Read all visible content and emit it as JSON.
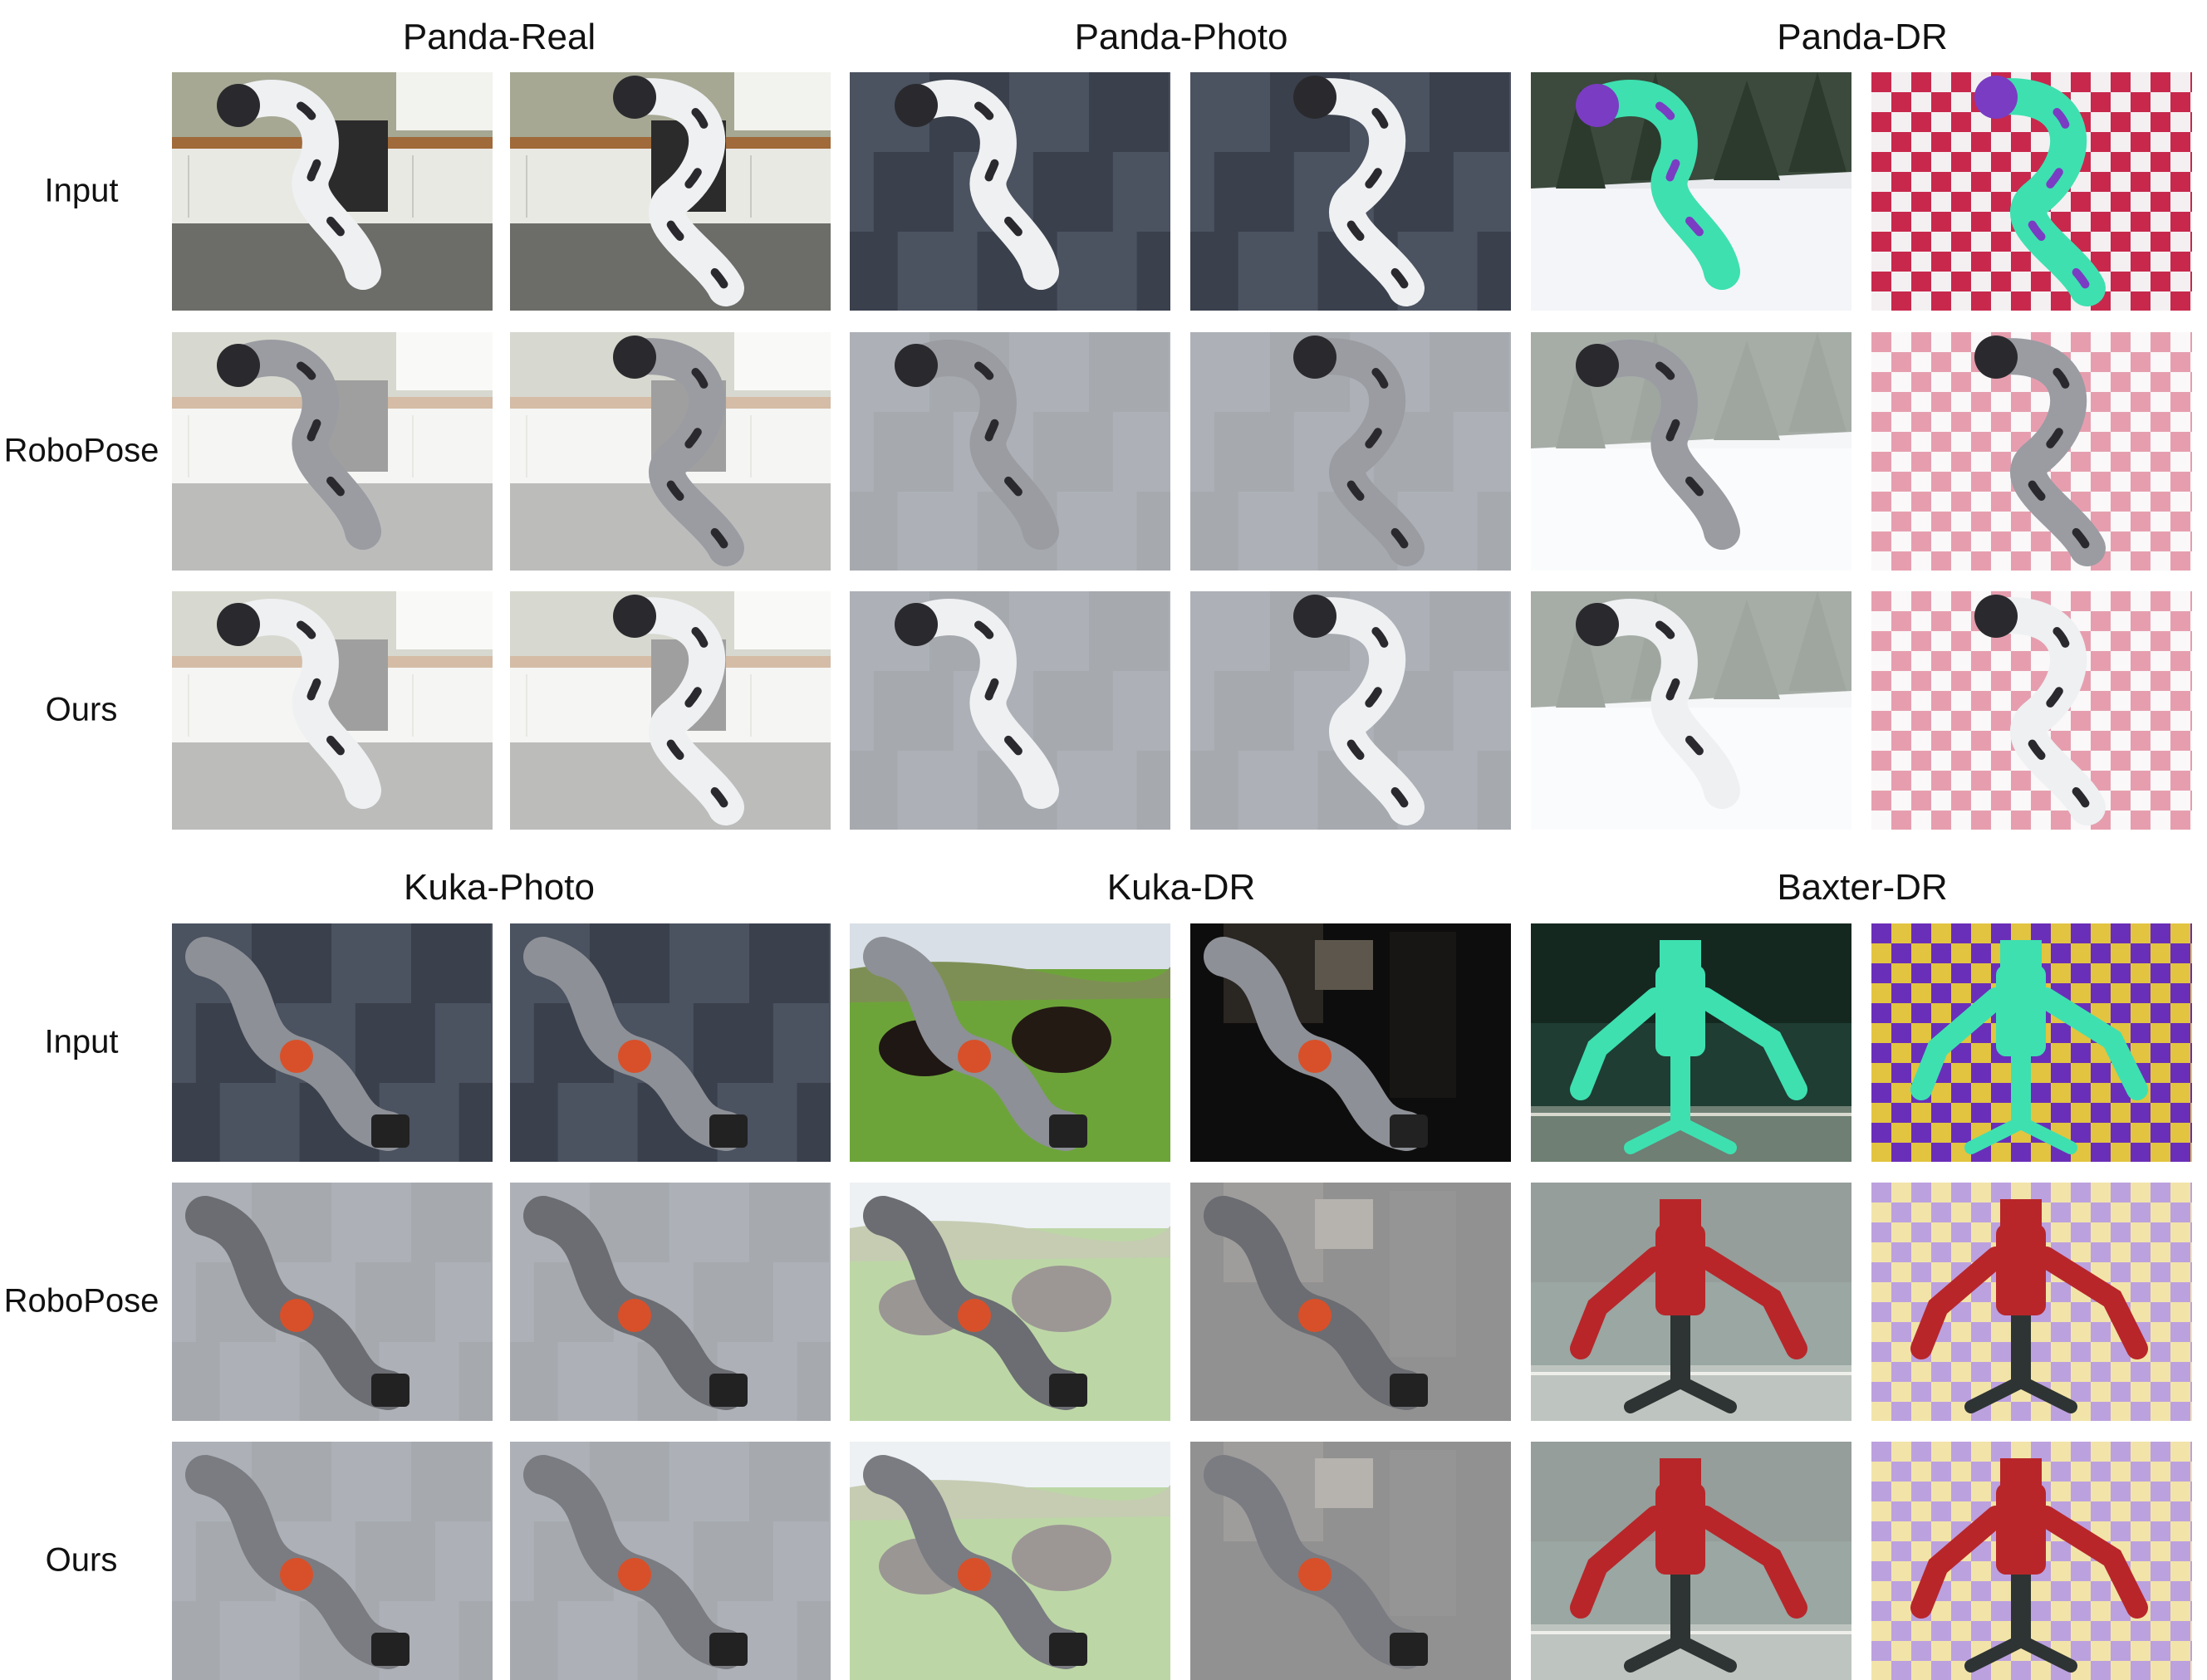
{
  "row_labels": [
    "Input",
    "RoboPose",
    "Ours"
  ],
  "top_groups": [
    "Panda-Real",
    "Panda-Photo",
    "Panda-DR"
  ],
  "bottom_groups": [
    "Kuka-Photo",
    "Kuka-DR",
    "Baxter-DR"
  ],
  "robots": {
    "panda": "panda-arm-icon",
    "kuka": "kuka-arm-icon",
    "baxter": "baxter-robot-icon"
  },
  "scenes": {
    "kitchen": "kitchen-scene",
    "grey-checker": "grey-checkerboard-floor",
    "snow": "snowy-ski-scene",
    "red-checker": "red-white-checkerboard",
    "pasture": "cow-pasture-scene",
    "dark-room": "dark-room-scene",
    "tennis": "tennis-court-scene",
    "purple-checker": "purple-yellow-checkerboard"
  },
  "colors": {
    "panda_white": "#eef0f2",
    "panda_dark": "#2a2a2e",
    "kuka_grey": "#8d9096",
    "kuka_orange": "#d8502a",
    "baxter_red": "#b8262a",
    "baxter_dark": "#2e3433",
    "dr_green": "#3ee0b0",
    "dr_purple": "#7a3cc2"
  }
}
